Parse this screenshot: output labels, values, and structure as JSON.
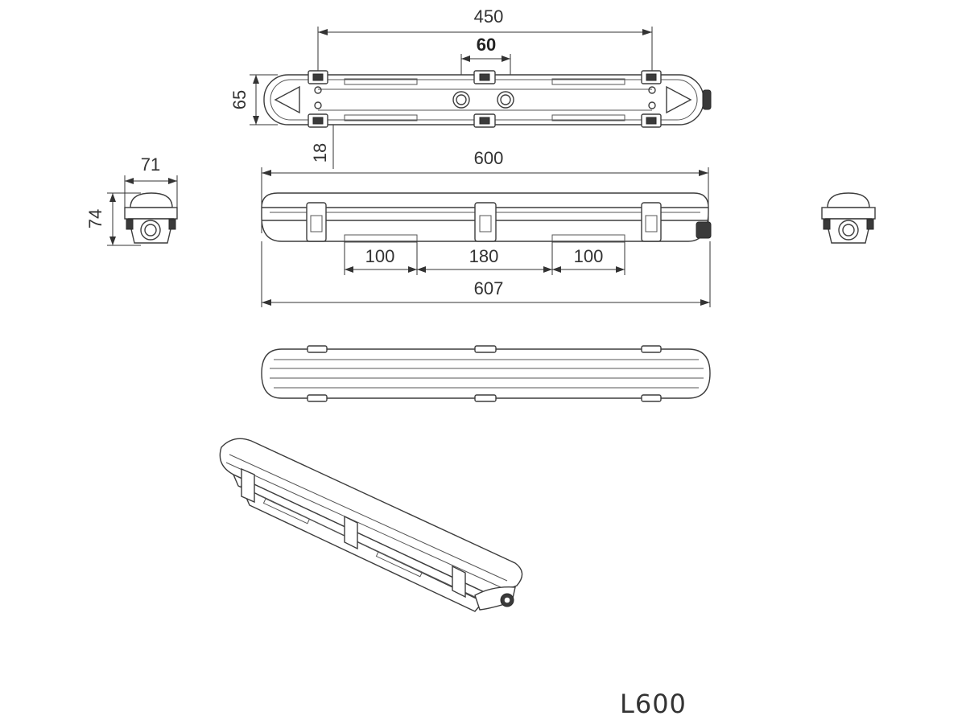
{
  "model": "L600",
  "dimensions": {
    "mount_span": "450",
    "center_spacing": "60",
    "top_height": "65",
    "offset": "18",
    "body_length": "600",
    "end_width": "71",
    "end_height": "74",
    "diffuser_left": "100",
    "diffuser_center": "180",
    "diffuser_right": "100",
    "overall_length": "607"
  }
}
